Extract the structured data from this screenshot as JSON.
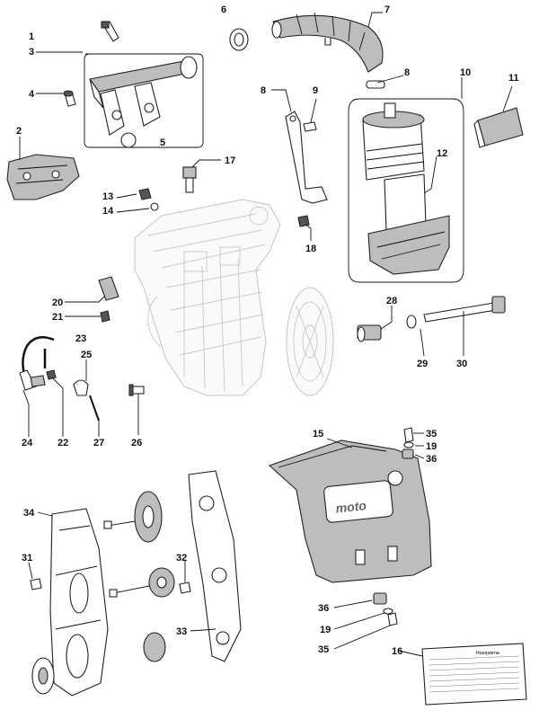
{
  "callouts": [
    {
      "id": "c1",
      "text": "1"
    },
    {
      "id": "c3",
      "text": "3"
    },
    {
      "id": "c2",
      "text": "2"
    },
    {
      "id": "c4",
      "text": "4"
    },
    {
      "id": "c5",
      "text": "5"
    },
    {
      "id": "c6",
      "text": "6"
    },
    {
      "id": "c7",
      "text": "7"
    },
    {
      "id": "c8a",
      "text": "8"
    },
    {
      "id": "c8b",
      "text": "8"
    },
    {
      "id": "c9",
      "text": "9"
    },
    {
      "id": "c10",
      "text": "10"
    },
    {
      "id": "c11",
      "text": "11"
    },
    {
      "id": "c12",
      "text": "12"
    },
    {
      "id": "c13",
      "text": "13"
    },
    {
      "id": "c14",
      "text": "14"
    },
    {
      "id": "c17",
      "text": "17"
    },
    {
      "id": "c18",
      "text": "18"
    },
    {
      "id": "c20",
      "text": "20"
    },
    {
      "id": "c21",
      "text": "21"
    },
    {
      "id": "c23",
      "text": "23"
    },
    {
      "id": "c25",
      "text": "25"
    },
    {
      "id": "c24",
      "text": "24"
    },
    {
      "id": "c22",
      "text": "22"
    },
    {
      "id": "c27",
      "text": "27"
    },
    {
      "id": "c26",
      "text": "26"
    },
    {
      "id": "c28",
      "text": "28"
    },
    {
      "id": "c29",
      "text": "29"
    },
    {
      "id": "c30",
      "text": "30"
    },
    {
      "id": "c15",
      "text": "15"
    },
    {
      "id": "c35a",
      "text": "35"
    },
    {
      "id": "c19a",
      "text": "19"
    },
    {
      "id": "c36a",
      "text": "36"
    },
    {
      "id": "c34",
      "text": "34"
    },
    {
      "id": "c31",
      "text": "31"
    },
    {
      "id": "c32",
      "text": "32"
    },
    {
      "id": "c33",
      "text": "33"
    },
    {
      "id": "c36b",
      "text": "36"
    },
    {
      "id": "c19b",
      "text": "19"
    },
    {
      "id": "c35b",
      "text": "35"
    },
    {
      "id": "c16",
      "text": "16"
    }
  ],
  "cover_lettering": "moto",
  "label_plate_brand": "Husqvarna"
}
